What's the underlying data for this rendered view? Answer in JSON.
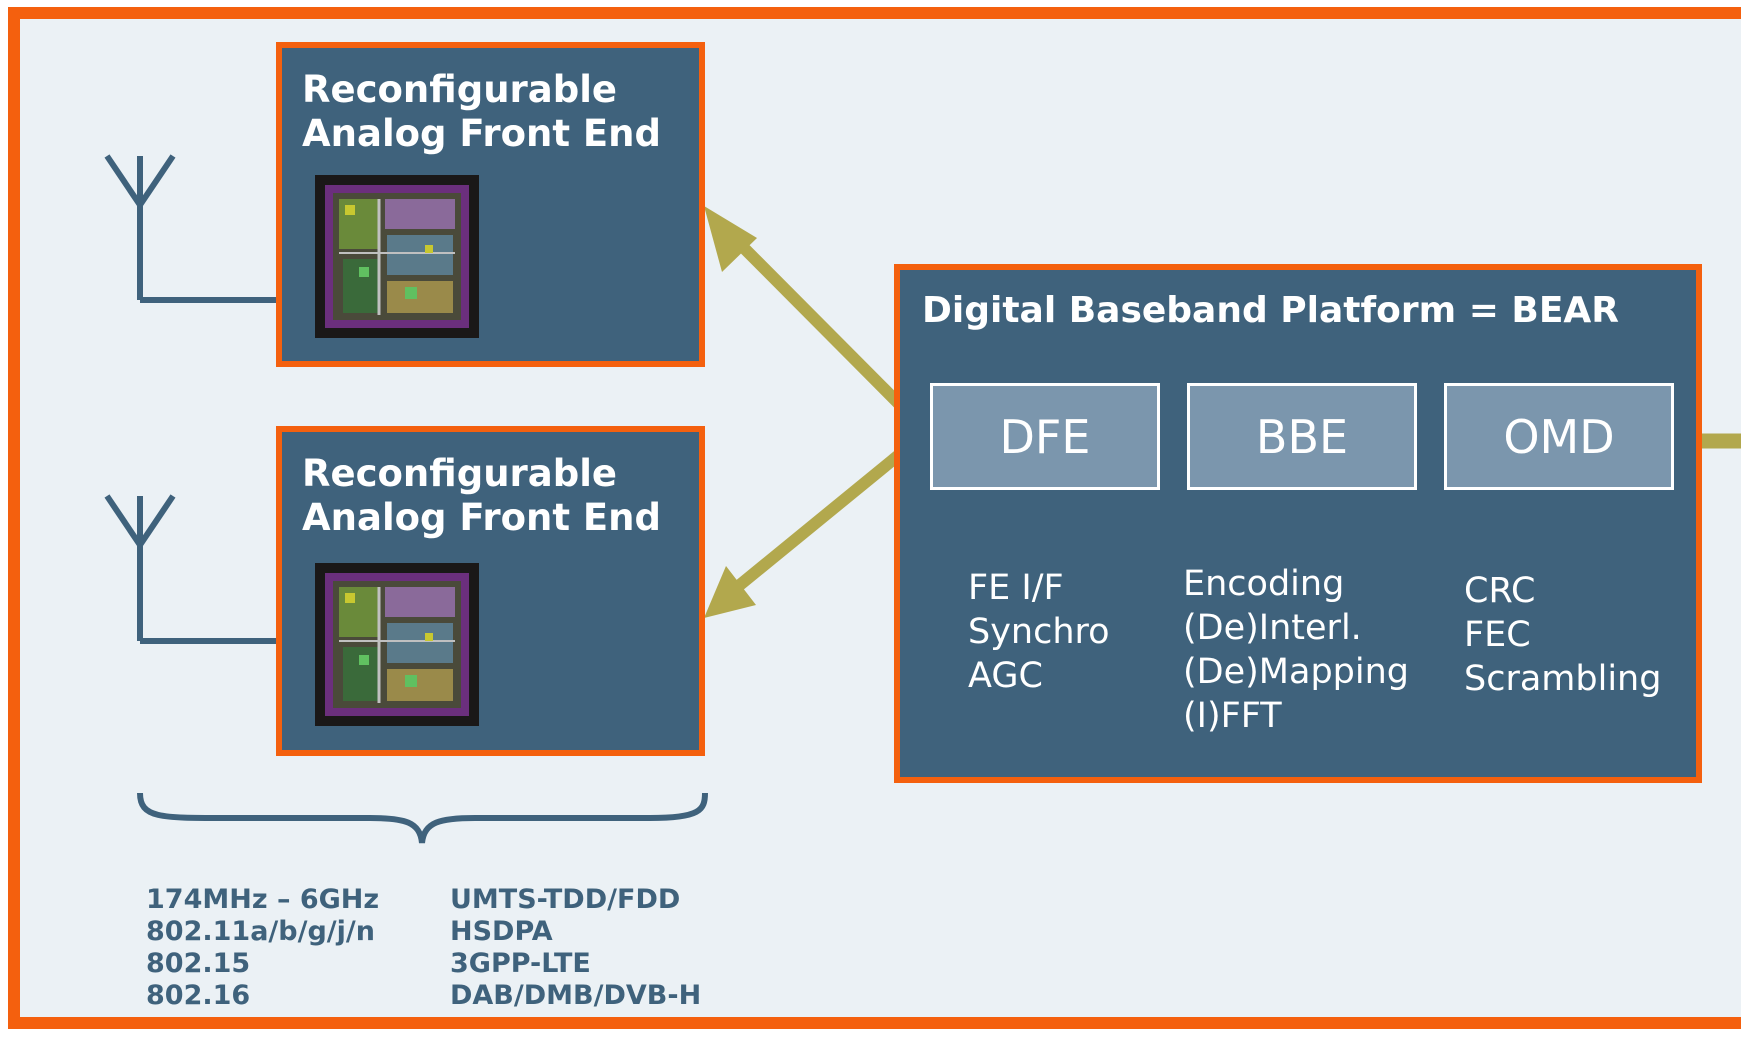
{
  "colors": {
    "frame_border": "#f4600e",
    "background": "#ebf1f5",
    "block_fill": "#3f627c",
    "sub_block_fill": "#7b96ad",
    "arrow": "#b2a84d",
    "antenna": "#3f627c"
  },
  "front_ends": [
    {
      "title_line1": "Reconfigurable",
      "title_line2": "Analog Front End"
    },
    {
      "title_line1": "Reconfigurable",
      "title_line2": "Analog Front End"
    }
  ],
  "platform": {
    "title": "Digital Baseband Platform = BEAR",
    "blocks": [
      {
        "label": "DFE",
        "functions": [
          "FE I/F",
          "Synchro",
          "AGC"
        ]
      },
      {
        "label": "BBE",
        "functions": [
          "Encoding",
          "(De)Interl.",
          "(De)Mapping",
          "(I)FFT"
        ]
      },
      {
        "label": "OMD",
        "functions": [
          "CRC",
          "FEC",
          "Scrambling"
        ]
      }
    ]
  },
  "standards": {
    "col1": [
      "174MHz – 6GHz",
      "802.11a/b/g/j/n",
      "802.15",
      "802.16"
    ],
    "col2": [
      "UMTS-TDD/FDD",
      "HSDPA",
      "3GPP-LTE",
      "DAB/DMB/DVB-H"
    ]
  },
  "icons": [
    "antenna-icon",
    "chip-die-image",
    "brace-icon",
    "bidirectional-arrow"
  ]
}
